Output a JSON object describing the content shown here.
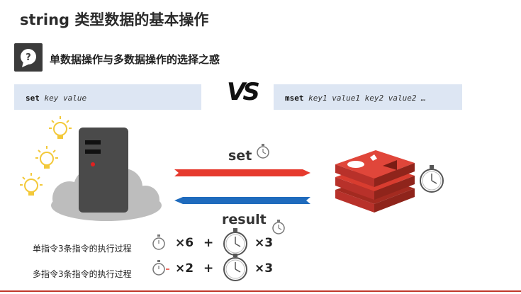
{
  "slide": {
    "title": "string 类型数据的基本操作",
    "subtitle": "单数据操作与多数据操作的选择之惑",
    "left_code": {
      "cmd": "set",
      "args": "key value"
    },
    "right_code": {
      "cmd": "mset",
      "args": "key1 value1 key2 value2 …"
    },
    "vs_label": "VS",
    "arrow_top_label": "set",
    "arrow_bottom_label": "result",
    "rows": [
      {
        "label": "单指令3条指令的执行过程",
        "left_mult": "×6",
        "plus": "+",
        "right_mult": "×3"
      },
      {
        "label": "多指令3条指令的执行过程",
        "left_mult": "×2",
        "plus": "+",
        "right_mult": "×3"
      }
    ],
    "colors": {
      "red_arrow": "#e63a2e",
      "blue_arrow": "#1f6bbd",
      "redis": "#d83c2f",
      "server": "#4a4a4a",
      "cloud": "#bdbdbd",
      "bulb": "#f3c93a"
    },
    "icons": [
      "think-icon",
      "lightbulb-icon",
      "server-icon",
      "cloud-icon",
      "redis-logo-icon",
      "stopwatch-icon"
    ]
  }
}
